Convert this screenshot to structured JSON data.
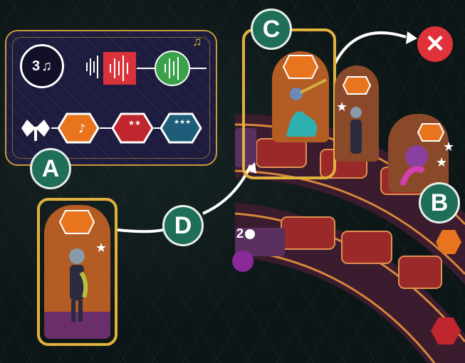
{
  "callouts": {
    "a": "A",
    "b": "B",
    "c": "C",
    "d": "D"
  },
  "objective_card": {
    "points": "3",
    "points_icon": "gramophone-icon",
    "sound_icons": [
      "soundwave-outline-icon",
      "soundwave-red-icon",
      "soundwave-green-icon"
    ],
    "instrument_icons": [
      "tuxedo-icon",
      "trombone-orange-hex-icon",
      "drum-red-hex-icon",
      "saxophone-blue-hex-icon"
    ],
    "corner_icon": "music-note-icon"
  },
  "score_token": {
    "value": "2"
  },
  "close_symbol": "✕",
  "colors": {
    "callout": "#1e6e58",
    "frame": "#e0b23c",
    "close": "#e0323a",
    "card_bg": "#1e1c3e",
    "orange_hex": "#e8751e",
    "red_hex": "#c0262e",
    "blue_hex": "#1e5d7a"
  }
}
